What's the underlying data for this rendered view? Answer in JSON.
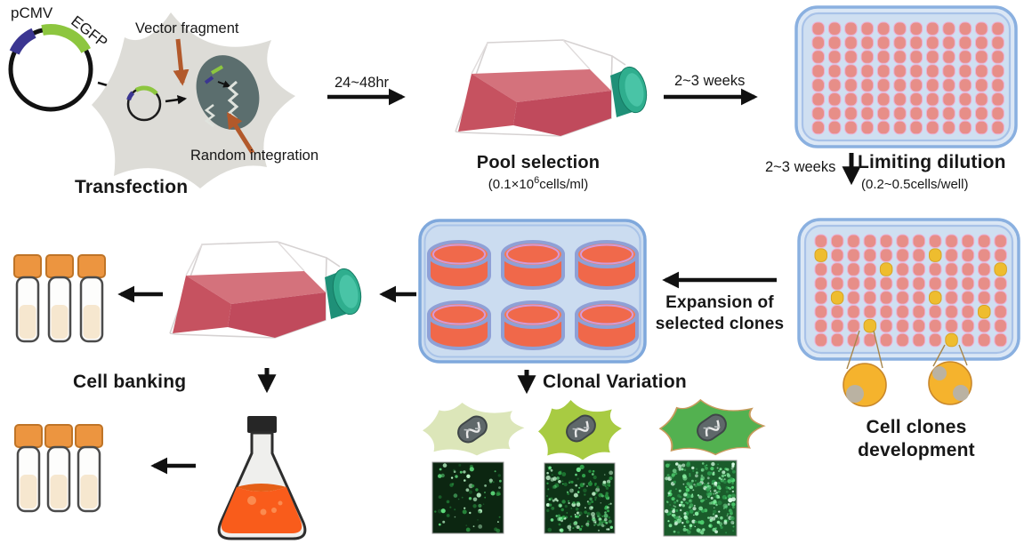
{
  "labels": {
    "pcmv": "pCMV",
    "egfp": "EGFP",
    "vector_fragment": "Vector fragment",
    "random_integration": "Random integration",
    "transfection": "Transfection",
    "time_24_48": "24~48hr",
    "pool_selection": "Pool selection",
    "pool_density_prefix": "(0.1×10",
    "pool_density_sup": "6",
    "pool_density_suffix": "cells/ml)",
    "weeks_top": "2~3 weeks",
    "weeks_side": "2~3 weeks",
    "limiting_dilution": "Limiting dilution",
    "limiting_density": "(0.2~0.5cells/well)",
    "cell_clones_line1": "Cell clones",
    "cell_clones_line2": "development",
    "expansion_line1": "Expansion of",
    "expansion_line2": "selected clones",
    "clonal_variation": "Clonal Variation",
    "cell_banking": "Cell banking"
  },
  "colors": {
    "plasmid_promoter_blue": "#3b3691",
    "plasmid_egfp_green": "#8dc63f",
    "cell_gray": "#dddcd7",
    "nucleus_gray": "#5b6e6e",
    "brown_arrow": "#b2592b",
    "black_arrow": "#111111",
    "flask_media_red": "#c04a5c",
    "flask_cap_teal": "#2fae8e",
    "plate_border_blue": "#8ab0e0",
    "plate_body_blue": "#cfdff1",
    "well_salmon": "#e78e88",
    "well_yellow": "#eebd2f",
    "six_well_orange": "#f0684a",
    "six_well_rim": "#8fa0d6",
    "vial_cap_orange": "#ec9540",
    "vial_liquid_cream": "#f6e7cf",
    "erlenmeyer_liquid_orange": "#f95c1b",
    "clone_cell_pale": "#dce6b9",
    "clone_cell_mid": "#a8cb42",
    "clone_cell_dark": "#53b150"
  },
  "plate_grid": {
    "cols": 12,
    "rows": 8
  },
  "clone_plate_yellow_wells": [
    [
      2,
      1
    ],
    [
      3,
      5
    ],
    [
      2,
      8
    ],
    [
      3,
      12
    ],
    [
      5,
      2
    ],
    [
      5,
      8
    ],
    [
      6,
      11
    ],
    [
      7,
      4
    ],
    [
      8,
      9
    ]
  ],
  "magnified_wells": [
    [
      7,
      4
    ],
    [
      8,
      9
    ]
  ],
  "fluorescence": {
    "panels": [
      {
        "level": "low",
        "dot_count": 70,
        "bg": "#0c2611",
        "palette": [
          "#2e9b44",
          "#5fdc7c",
          "#b8f5c5",
          "#1c6b2e"
        ]
      },
      {
        "level": "medium",
        "dot_count": 190,
        "bg": "#0e3317",
        "palette": [
          "#35b152",
          "#6fe88d",
          "#c5f8d0",
          "#238a3a"
        ]
      },
      {
        "level": "high",
        "dot_count": 300,
        "bg": "#1a5c2b",
        "palette": [
          "#52d674",
          "#8df5a8",
          "#d8fde4",
          "#2fa050"
        ]
      }
    ]
  }
}
